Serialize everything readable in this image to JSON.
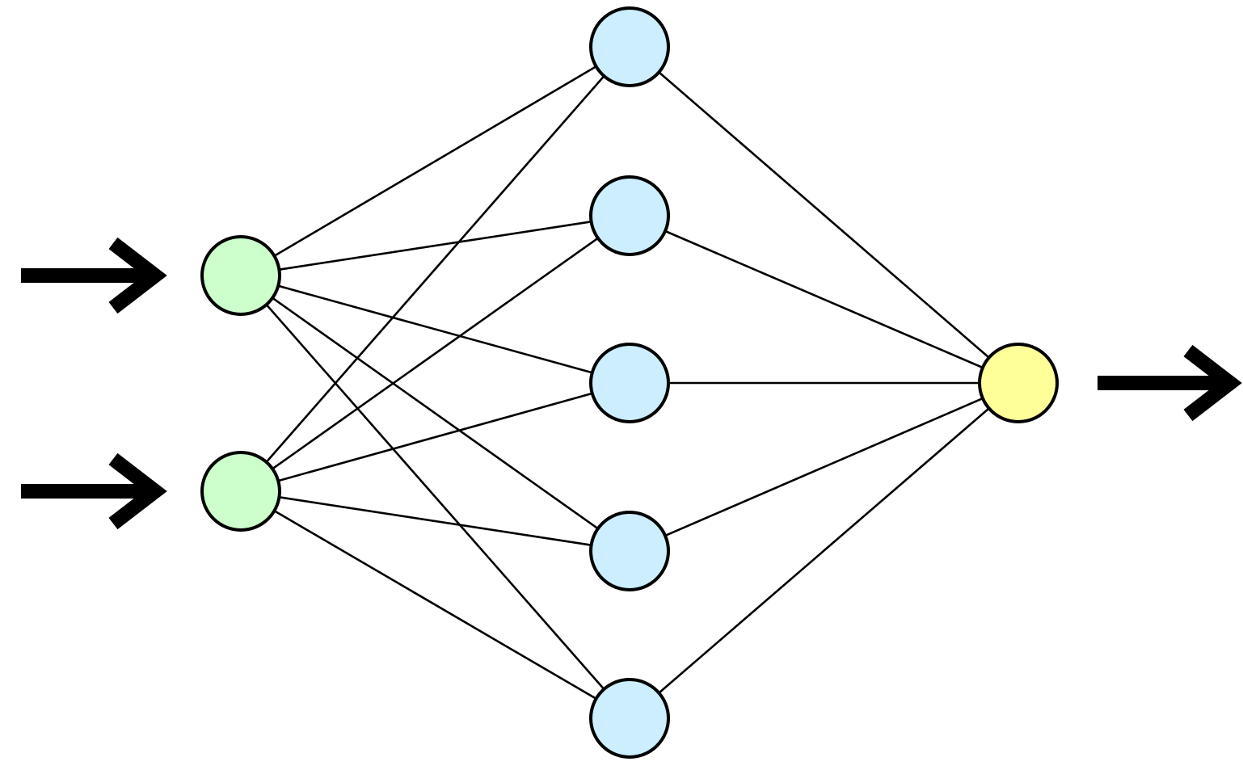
{
  "colors": {
    "background": "#ffffff",
    "line": "#000000",
    "input_node_fill": "#ccffcc",
    "hidden_node_fill": "#cceeff",
    "output_node_fill": "#ffff99"
  },
  "network": {
    "layers": [
      {
        "name": "input",
        "nodes": 2,
        "fill_color_key": "input_node_fill",
        "incoming_arrows": true
      },
      {
        "name": "hidden",
        "nodes": 5,
        "fill_color_key": "hidden_node_fill"
      },
      {
        "name": "output",
        "nodes": 1,
        "fill_color_key": "output_node_fill",
        "outgoing_arrow": true
      }
    ],
    "connectivity": "fully-connected"
  }
}
